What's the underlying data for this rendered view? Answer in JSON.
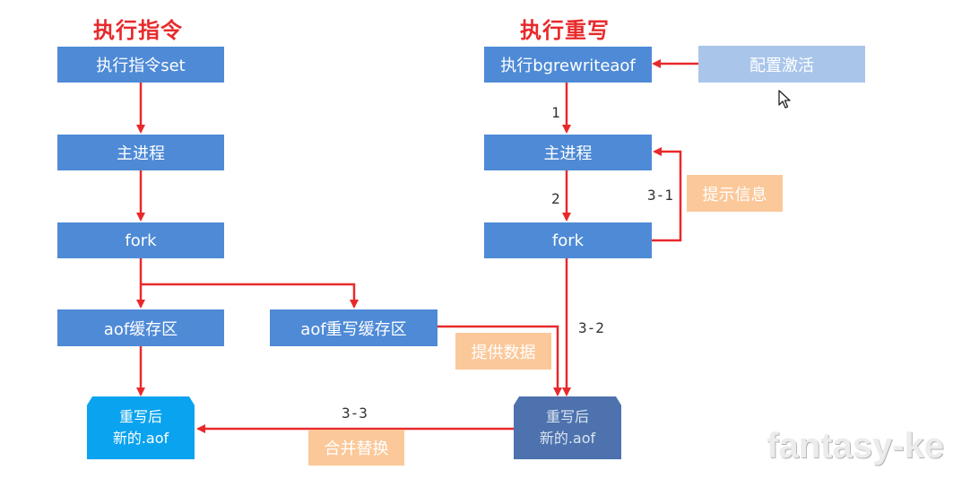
{
  "headings": {
    "left": "执行指令",
    "right": "执行重写"
  },
  "boxes": {
    "exec_set": "执行指令set",
    "main_proc_left": "主进程",
    "fork_left": "fork",
    "aof_buffer": "aof缓存区",
    "aof_rewrite_buffer": "aof重写缓存区",
    "exec_bgrewriteaof": "执行bgrewriteaof",
    "config_activate": "配置激活",
    "main_proc_right": "主进程",
    "fork_right": "fork"
  },
  "tags": {
    "notify_info": "提示信息",
    "provide_data": "提供数据",
    "merge_replace": "合并替换"
  },
  "files": {
    "left": {
      "line1": "重写后",
      "line2": "新的.aof"
    },
    "right": {
      "line1": "重写后",
      "line2": "新的.aof"
    }
  },
  "steps": {
    "s1": "1",
    "s2": "2",
    "s3_1": "3-1",
    "s3_2": "3-2",
    "s3_3": "3-3"
  },
  "watermark": "fantasy-ke",
  "colors": {
    "box": "#4e8ad6",
    "box_light": "#a9c6ea",
    "tag": "#fbc89a",
    "arrow": "#e8292b",
    "heading": "#e8292b",
    "file_left": "#0aa3ef",
    "file_right": "#4d72ad"
  },
  "icons": {
    "cursor": "mouse-pointer-icon"
  }
}
